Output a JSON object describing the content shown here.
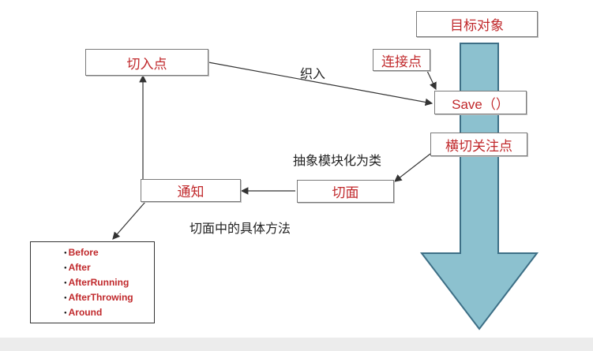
{
  "nodes": {
    "target_object": "目标对象",
    "pointcut": "切入点",
    "join_point": "连接点",
    "save": "Save（）",
    "cross_cutting": "横切关注点",
    "aspect": "切面",
    "advice": "通知"
  },
  "labels": {
    "weaving": "织入",
    "abstract_module": "抽象模块化为类",
    "aspect_methods": "切面中的具体方法"
  },
  "advice_types": [
    "Before",
    "After",
    "AfterRunning",
    "AfterThrowing",
    "Around"
  ],
  "colors": {
    "arrow_fill": "#8cc1cf",
    "arrow_stroke": "#3d6f86",
    "node_text": "#c0282b"
  }
}
